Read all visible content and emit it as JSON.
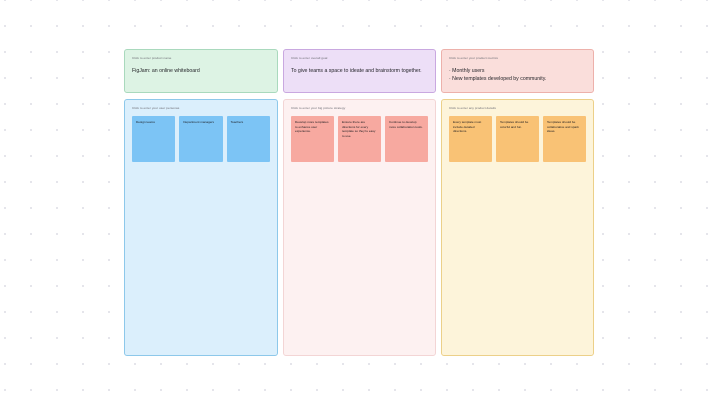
{
  "board": {
    "background_color": "#ffffff",
    "dot_grid_color": "#dcdce4"
  },
  "header_cards": [
    {
      "name": "product-name",
      "label": "Click to enter product name",
      "body": "FigJam: an online whiteboard",
      "fill": "#ddf3e4",
      "stroke": "#a9d9bd"
    },
    {
      "name": "overall-goal",
      "label": "Click to enter overall goal",
      "body": "To give teams a space to ideate and brainstorm together.",
      "fill": "#eddff7",
      "stroke": "#c9a8e0"
    },
    {
      "name": "product-metrics",
      "label": "Click to enter your product metrics",
      "bullets": [
        "· Monthly users",
        "· New templates developed by community."
      ],
      "fill": "#fadedb",
      "stroke": "#edb1ab"
    }
  ],
  "panels": [
    {
      "name": "user-personas",
      "label": "Click to enter your user personas",
      "fill": "#dbeffc",
      "stroke": "#8dc8ea",
      "note_color": "#7cc4f5",
      "notes": [
        "Design teams",
        "Department managers",
        "Teachers"
      ]
    },
    {
      "name": "big-picture-strategy",
      "label": "Click to enter your big picture strategy",
      "fill": "#fdf1f1",
      "stroke": "#f3d5d5",
      "note_color": "#f7a9a0",
      "notes": [
        "Develop more templates to enhance user experience.",
        "Ensure there are directions for every template so they're easy to use.",
        "Continue to develop more collaboration tools."
      ]
    },
    {
      "name": "product-details",
      "label": "Click to enter any product details",
      "fill": "#fdf4da",
      "stroke": "#ecd089",
      "note_color": "#f9c275",
      "notes": [
        "Every template must include detailed directions.",
        "Templates should be colorful and fun.",
        "Templates should be collaborative and spark ideas."
      ]
    }
  ]
}
